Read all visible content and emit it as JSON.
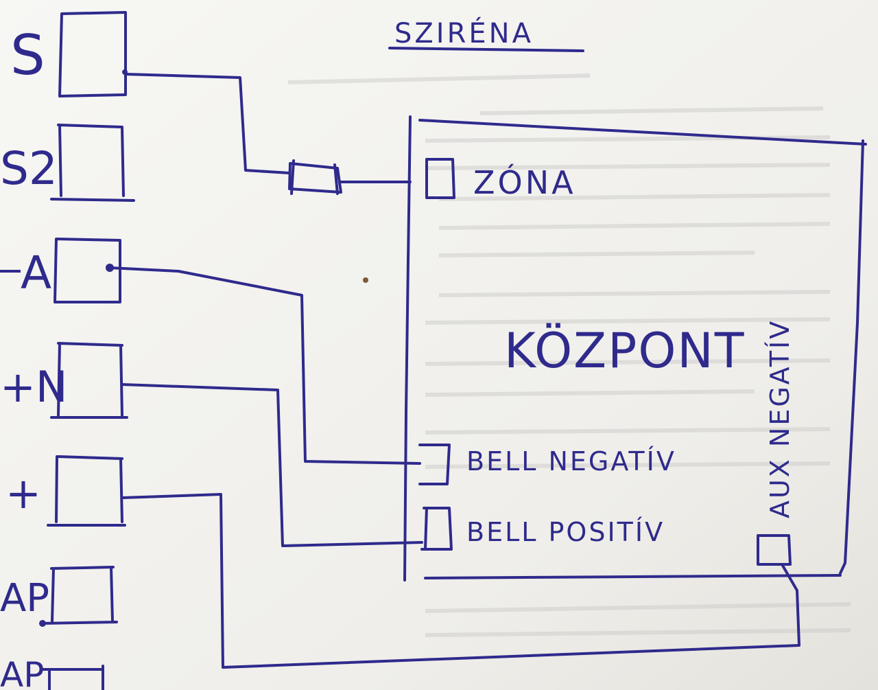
{
  "title": "SZIRÉNA",
  "siren_terminals": [
    "S",
    "S2",
    "A",
    "+N",
    "+",
    "AP",
    "AP"
  ],
  "panel": {
    "name": "KÖZPONT",
    "terminals": {
      "zone": "ZÓNA",
      "bell_negative": "BELL NEGATÍV",
      "bell_positive": "BELL POSITÍV",
      "aux_negative": "AUX NEGATÍV"
    }
  },
  "colors": {
    "ink": "#2f2a8c",
    "paper": "#f4f4f1"
  }
}
